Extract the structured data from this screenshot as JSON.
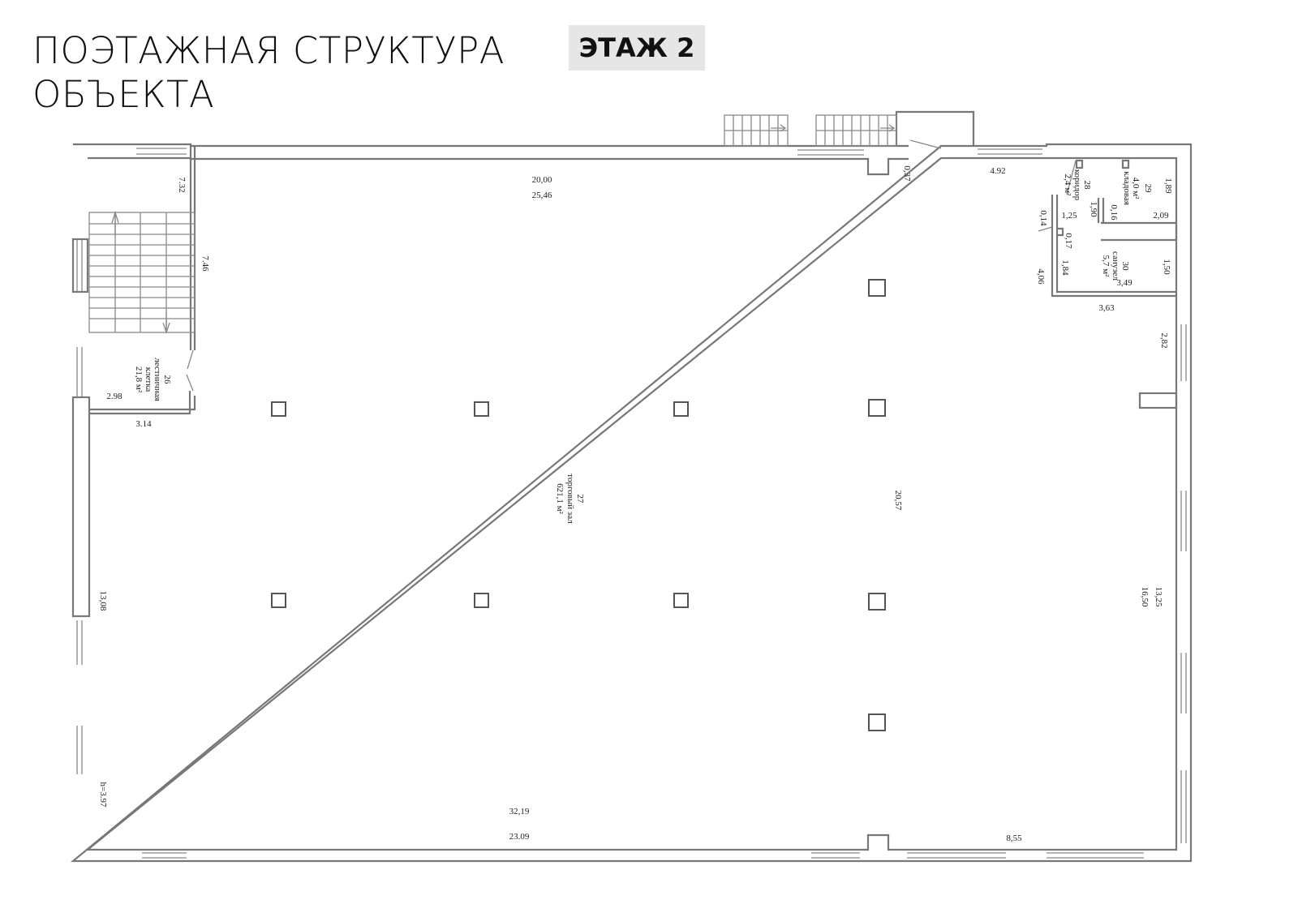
{
  "header": {
    "title_line1": "ПОЭТАЖНАЯ СТРУКТУРА",
    "title_line2": "ОБЪЕКТА",
    "floor_badge": "ЭТАЖ 2"
  },
  "rooms": {
    "stairwell": {
      "number": "26",
      "name1": "лестничная",
      "name2": "клетка",
      "area": "21,8 м²"
    },
    "sales_hall": {
      "number": "27",
      "name": "торговый зал",
      "area": "621,1 м²"
    },
    "corridor": {
      "number": "28",
      "name": "коридор",
      "area": "2,4 м²"
    },
    "storage": {
      "number": "29",
      "name": "кладовая",
      "area": "4,0 м²"
    },
    "restroom": {
      "number": "30",
      "name": "санузел",
      "area": "5,7 м²"
    }
  },
  "dimensions": {
    "d_7_32": "7.32",
    "d_7_46": "7.46",
    "d_2_98": "2.98",
    "d_3_14": "3.14",
    "d_20_00": "20,00",
    "d_25_46": "25,46",
    "d_0_37": "0,37",
    "d_4_92": "4.92",
    "d_1_89": "1,89",
    "d_2_09": "2,09",
    "d_1_90": "1,90",
    "d_0_16": "0,16",
    "d_1_25": "1,25",
    "d_0_14": "0,14",
    "d_0_17": "0,17",
    "d_1_84": "1,84",
    "d_4_06": "4,06",
    "d_1_50": "1,50",
    "d_3_49": "3,49",
    "d_3_63": "3,63",
    "d_2_82": "2,82",
    "d_20_57": "20,57",
    "d_13_25": "13,25",
    "d_16_50": "16,50",
    "d_13_08": "13,08",
    "d_h": "h=3.97",
    "d_32_19": "32,19",
    "d_23_09": "23.09",
    "d_8_55": "8,55"
  }
}
